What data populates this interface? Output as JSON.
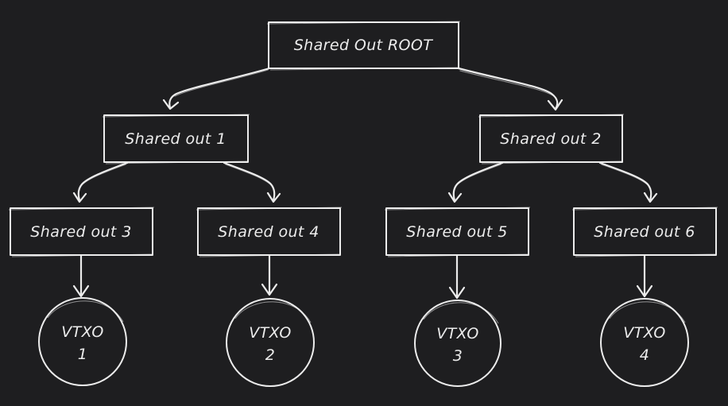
{
  "root": {
    "label": "Shared Out ROOT"
  },
  "level1": [
    {
      "label": "Shared out 1"
    },
    {
      "label": "Shared out 2"
    }
  ],
  "level2": [
    {
      "label": "Shared out 3"
    },
    {
      "label": "Shared out 4"
    },
    {
      "label": "Shared out 5"
    },
    {
      "label": "Shared out 6"
    }
  ],
  "leaves": [
    {
      "line1": "VTXO",
      "line2": "1"
    },
    {
      "line1": "VTXO",
      "line2": "2"
    },
    {
      "line1": "VTXO",
      "line2": "3"
    },
    {
      "line1": "VTXO",
      "line2": "4"
    }
  ],
  "colors": {
    "background": "#1e1e20",
    "stroke": "#ececec"
  }
}
